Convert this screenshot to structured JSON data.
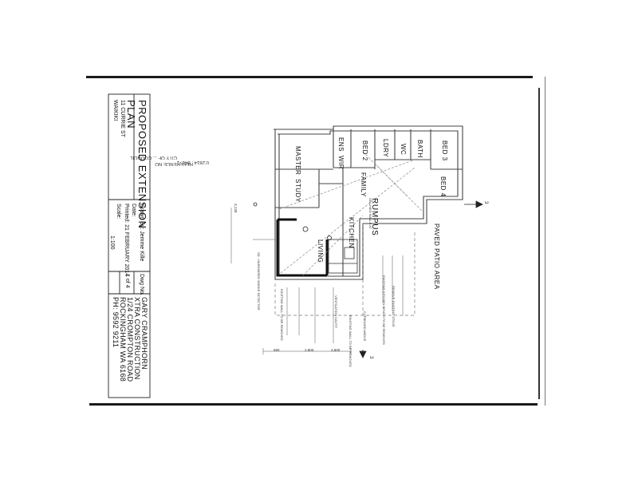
{
  "title_block": {
    "project_title_line1": "PROPOSED EXTENSION",
    "project_title_line2": "PLAN",
    "address_line1": "11 CURRIE ST",
    "address_line2": "WAIKIKI",
    "drawn_by": "Drawn By: Jemme Kille",
    "date_label": "Date:",
    "printed": "Printed: 21 FEBRUARY 2014",
    "scale_label": "Scale:",
    "scale_value": "1:100",
    "dwg_no_label": "Dwg No.",
    "sheet_no": "1 of 4",
    "company_line1": "GARY CRAMPHORN",
    "company_line2": "XTRA CONSTRUCTION",
    "company_line3": "1/24 CROMPTON ROAD",
    "company_line4": "ROCKINGHAM WA 6168",
    "company_line5": "PH: 9592 9211"
  },
  "stamp": {
    "line1": "CITY OF ... COUNCIL",
    "line2": "REFERENCE NO",
    "line3": "0:2814 . 846:-1"
  },
  "rooms": {
    "ens": "ENS",
    "bed2": "BED 2",
    "lndry": "LDRY",
    "wc": "WC",
    "bath": "BATH",
    "bed3": "BED 3",
    "master": "MASTER",
    "wir": "WIR",
    "family": "FAMILY",
    "rumpus": "RUMPUS",
    "bed4": "BED 4",
    "study": "STUDY",
    "kitchen": "KITCHEN",
    "living": "LIVING",
    "patio": "PAVED PATIO AREA"
  },
  "notes": {
    "rumpus_note": "GB LINED WALLS AT",
    "hardwired": "SD - HARDWIRED SMOKE DETECTOR",
    "remove_wall": "EXISTING WALL TO BE REMOVED",
    "ventilation": "VENTILATION CAVITY",
    "kitchen_move": "EXISTING KITCHEN BENCH TO BE REMOVED",
    "stove": "REMOVE EXISTING STOVE",
    "cupboard": "CUPBOARD ABOVE",
    "existing_rr": "EXISTING WALL TO BE REMOVED"
  },
  "section_marks": {
    "top": "3",
    "bottom": "3"
  },
  "dims": {
    "d1": "3,130",
    "d2": "2,800",
    "d3": "3,800",
    "d4": "890"
  }
}
